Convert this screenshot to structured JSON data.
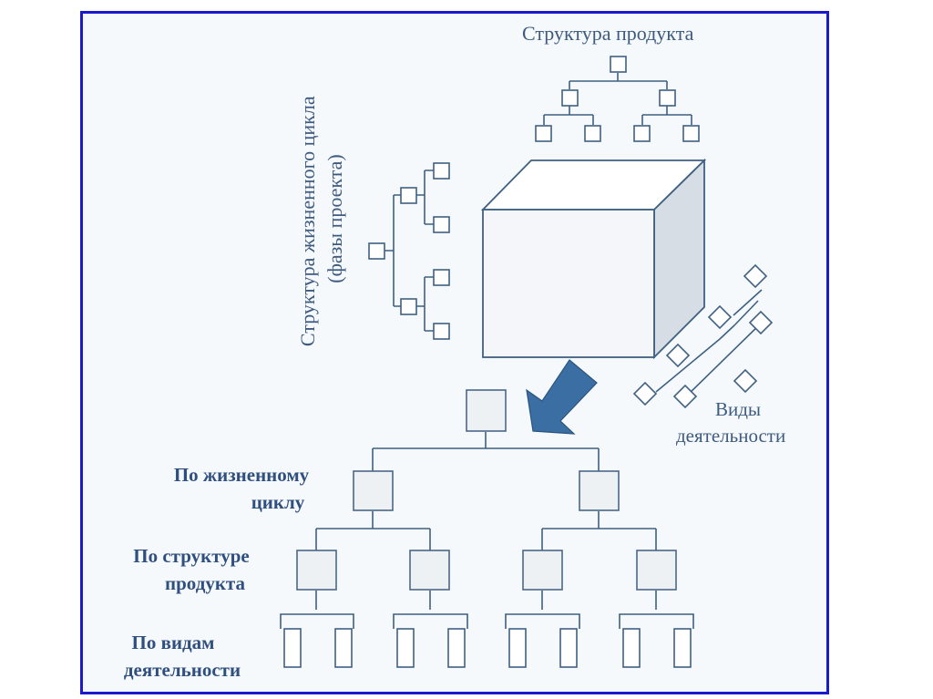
{
  "labels": {
    "product_structure": "Структура продукта",
    "lifecycle_structure_line1": "Структура жизненного цикла",
    "lifecycle_structure_line2": "(фазы проекта)",
    "activity_types_line1": "Виды",
    "activity_types_line2": "деятельности",
    "by_lifecycle_line1": "По жизненному",
    "by_lifecycle_line2": "циклу",
    "by_product_line1": "По структуре",
    "by_product_line2": "продукта",
    "by_activity_line1": "По видам",
    "by_activity_line2": "деятельности"
  },
  "colors": {
    "frame_border": "#1a1acc",
    "text_plain": "#3d5a80",
    "text_bold": "#2f4f7f",
    "arrow": "#3b6fa3",
    "cube_front": "#f4f6f9",
    "cube_top": "#ffffff",
    "cube_side": "#d7dde5"
  }
}
